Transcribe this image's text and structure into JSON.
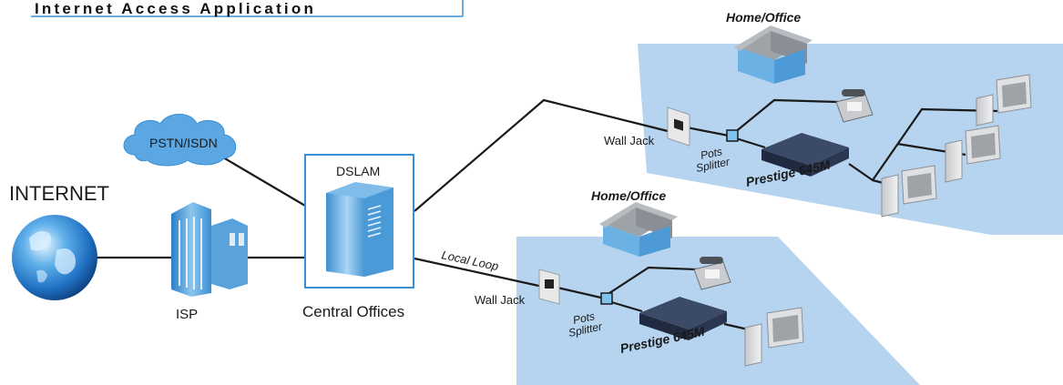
{
  "title": "Internet Access Application",
  "labels": {
    "internet": "INTERNET",
    "pstn": "PSTN/ISDN",
    "isp": "ISP",
    "dslam": "DSLAM",
    "central_offices": "Central Offices",
    "local_loop": "Local Loop",
    "home_office_1": "Home/Office",
    "home_office_2": "Home/Office",
    "wall_jack_1": "Wall Jack",
    "wall_jack_2": "Wall Jack",
    "pots_1": "Pots",
    "splitter_1": "Splitter",
    "pots_2": "Pots",
    "splitter_2": "Splitter",
    "prestige_1": "Prestige 645M",
    "prestige_2": "Prestige 645M"
  },
  "colors": {
    "accent_blue": "#3a8fd4",
    "floor_blue": "#b6d3ef",
    "building_blue": "#6bb1e3",
    "roof_grey": "#9ea3a8"
  },
  "icons": [
    "globe-icon",
    "cloud-icon",
    "isp-building-icon",
    "dslam-server-icon",
    "house-icon",
    "wall-jack-icon",
    "splitter-icon",
    "router-icon",
    "phone-icon",
    "computer-icon"
  ]
}
